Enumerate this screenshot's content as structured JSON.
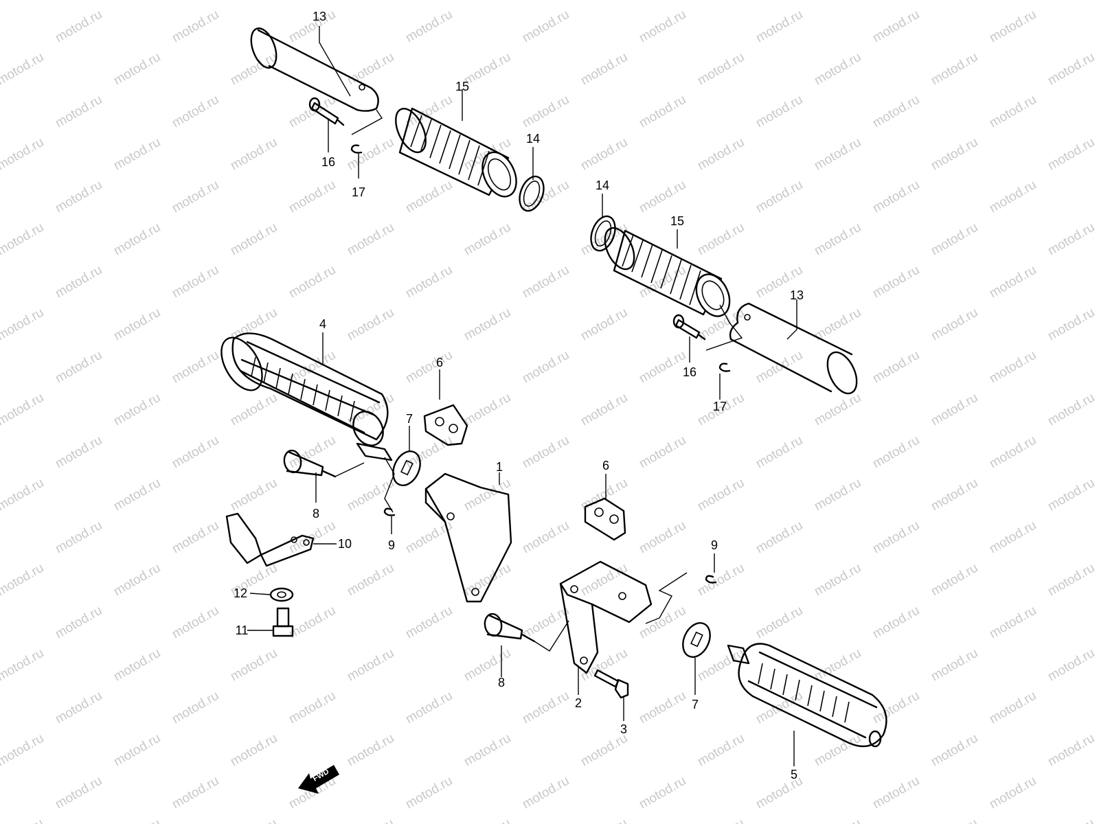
{
  "watermark": {
    "text": "motod.ru",
    "color": "#c8c8c8"
  },
  "direction_arrow": {
    "label": "FWD"
  },
  "callouts": [
    {
      "id": "c13a",
      "label": "13"
    },
    {
      "id": "c15a",
      "label": "15"
    },
    {
      "id": "c14a",
      "label": "14"
    },
    {
      "id": "c16a",
      "label": "16"
    },
    {
      "id": "c17a",
      "label": "17"
    },
    {
      "id": "c14b",
      "label": "14"
    },
    {
      "id": "c15b",
      "label": "15"
    },
    {
      "id": "c13b",
      "label": "13"
    },
    {
      "id": "c16b",
      "label": "16"
    },
    {
      "id": "c17b",
      "label": "17"
    },
    {
      "id": "c4",
      "label": "4"
    },
    {
      "id": "c6a",
      "label": "6"
    },
    {
      "id": "c7a",
      "label": "7"
    },
    {
      "id": "c1",
      "label": "1"
    },
    {
      "id": "c8a",
      "label": "8"
    },
    {
      "id": "c9a",
      "label": "9"
    },
    {
      "id": "c10",
      "label": "10"
    },
    {
      "id": "c12",
      "label": "12"
    },
    {
      "id": "c11",
      "label": "11"
    },
    {
      "id": "c6b",
      "label": "6"
    },
    {
      "id": "c9b",
      "label": "9"
    },
    {
      "id": "c8b",
      "label": "8"
    },
    {
      "id": "c2",
      "label": "2"
    },
    {
      "id": "c3",
      "label": "3"
    },
    {
      "id": "c7b",
      "label": "7"
    },
    {
      "id": "c5",
      "label": "5"
    }
  ]
}
